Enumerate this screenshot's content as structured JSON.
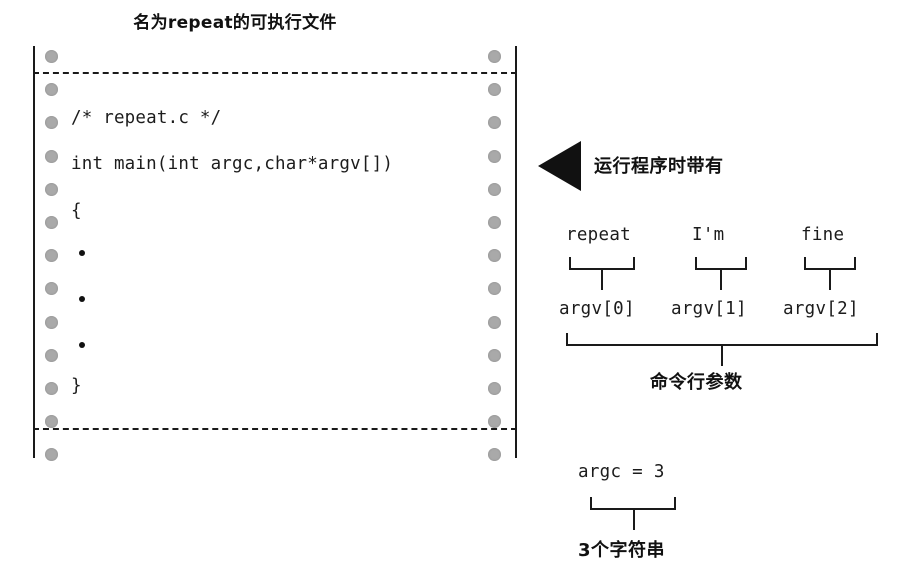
{
  "title": "名为repeat的可执行文件",
  "paper": {
    "code_lines": [
      "/* repeat.c */",
      "int main(int argc,char*argv[])",
      "{",
      "}"
    ],
    "ellipsis_marker": "•"
  },
  "annotations": {
    "run_note": "运行程序时带有",
    "command_line_args": "命令行参数",
    "three_strings": "3个字符串",
    "argc_expr": "argc = 3"
  },
  "argv_table": {
    "values": [
      "repeat",
      "I'm",
      "fine"
    ],
    "names": [
      "argv[0]",
      "argv[1]",
      "argv[2]"
    ]
  },
  "colors": {
    "ink": "#111111",
    "paper_hole": "#a9a9a9",
    "background": "#ffffff"
  }
}
